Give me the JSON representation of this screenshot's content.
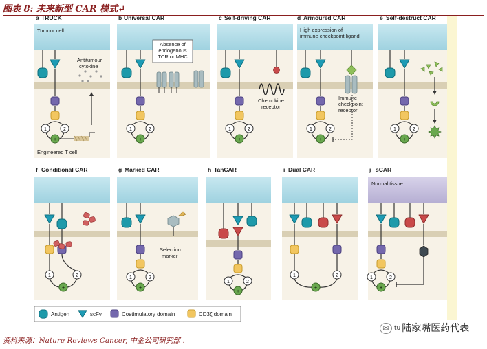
{
  "header": {
    "title": "图表 8: 未来新型 CAR 模式↵"
  },
  "footer": {
    "source": "资料来源：Nature Reviews Cancer, 中金公司研究部 ."
  },
  "watermark": {
    "icon": "wechat-icon",
    "prefix": "tu",
    "text": "陆家嘴医药代表"
  },
  "panels": {
    "a": {
      "letter": "a",
      "title": "TRUCK",
      "label_membrane": "Tumour cell",
      "label_cytokine_1": "Antitumour",
      "label_cytokine_2": "cytokine",
      "label_cell": "Engineered T cell"
    },
    "b": {
      "letter": "b",
      "title": "Universal CAR",
      "label_1": "Absence of",
      "label_2": "endogenous",
      "label_3": "TCR or MHC"
    },
    "c": {
      "letter": "c",
      "title": "Self-driving CAR",
      "label_1": "Chemokine",
      "label_2": "receptor"
    },
    "d": {
      "letter": "d",
      "title": "Armoured CAR",
      "label_top_1": "High expression of",
      "label_top_2": "immune checkpoint ligand",
      "label_1": "Immune",
      "label_2": "checkpoint",
      "label_3": "receptor"
    },
    "e": {
      "letter": "e",
      "title": "Self-destruct CAR"
    },
    "f": {
      "letter": "f",
      "title": "Conditional CAR"
    },
    "g": {
      "letter": "g",
      "title": "Marked CAR",
      "label_1": "Selection",
      "label_2": "marker"
    },
    "h": {
      "letter": "h",
      "title": "TanCAR"
    },
    "i": {
      "letter": "i",
      "title": "Dual CAR"
    },
    "j": {
      "letter": "j",
      "title": "sCAR",
      "label_membrane": "Normal tissue"
    }
  },
  "signal_numbers": {
    "one": "1",
    "two": "2",
    "plus": "+"
  },
  "legend": {
    "antigen": "Antigen",
    "scfv": "scFv",
    "costim": "Costimulatory domain",
    "cd3z": "CD3ζ domain"
  },
  "colors": {
    "membrane_blue": "#b3dde8",
    "membrane_purple": "#c8c3df",
    "tcell_bg": "#f7f2e7",
    "band": "#d9cfb4",
    "antigen": "#1e9aaa",
    "scfv": "#1d9bb5",
    "costim": "#7468ad",
    "cd3z": "#f2c660",
    "green": "#6aa84f",
    "red": "#c94a4a",
    "header": "#8a1f1f"
  }
}
